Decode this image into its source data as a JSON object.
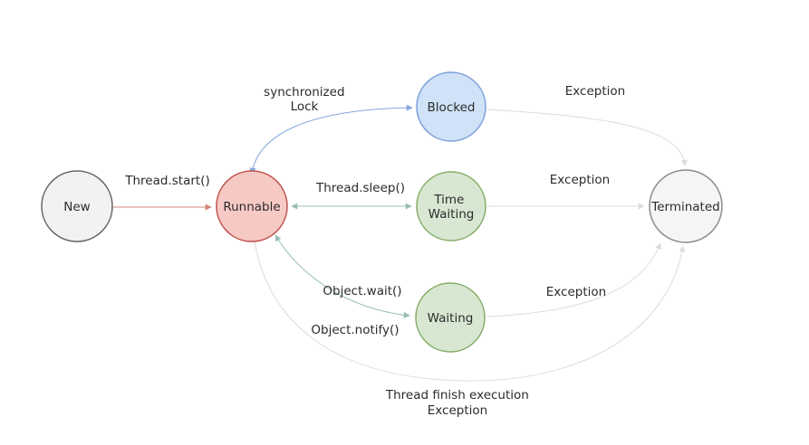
{
  "diagram_type": "state-diagram",
  "subject": "thread-lifecycle",
  "colors": {
    "background": "#ffffff",
    "text": "#2b2b2b",
    "edge_red": "#d4827c",
    "edge_blue": "#84a7de",
    "edge_teal": "#97bdb5",
    "edge_gray": "#dcdcdc"
  },
  "nodes": {
    "new": {
      "label": "New",
      "fill": "#f2f2f2",
      "stroke": "#666666"
    },
    "runnable": {
      "label": "Runnable",
      "fill": "#f6c9c5",
      "stroke": "#c0524e"
    },
    "blocked": {
      "label": "Blocked",
      "fill": "#cfe2f7",
      "stroke": "#7c9fd9"
    },
    "time_waiting": {
      "label_line1": "Time",
      "label_line2": "Waiting",
      "fill": "#d8e7d2",
      "stroke": "#85ad68"
    },
    "waiting": {
      "label": "Waiting",
      "fill": "#d8e7d2",
      "stroke": "#85ad68"
    },
    "terminated": {
      "label": "Terminated",
      "fill": "#f5f5f5",
      "stroke": "#8c8c8c"
    }
  },
  "edges": {
    "thread_start": {
      "from": "New",
      "to": "Runnable",
      "label": "Thread.start()",
      "color": "#d4827c",
      "bidirectional": false
    },
    "synchronized_lock": {
      "from": "Runnable",
      "to": "Blocked",
      "label_line1": "synchronized",
      "label_line2": "Lock",
      "color": "#84a7de",
      "bidirectional": true
    },
    "thread_sleep": {
      "from": "Runnable",
      "to": "Time Waiting",
      "label": "Thread.sleep()",
      "color": "#97bdb5",
      "bidirectional": true
    },
    "object_wait_notify": {
      "from": "Runnable",
      "to": "Waiting",
      "label_above": "Object.wait()",
      "label_below": "Object.notify()",
      "color": "#97bdb5",
      "bidirectional": true
    },
    "blocked_exception": {
      "from": "Blocked",
      "to": "Terminated",
      "label": "Exception",
      "color": "#dcdcdc",
      "bidirectional": false
    },
    "time_waiting_exception": {
      "from": "Time Waiting",
      "to": "Terminated",
      "label": "Exception",
      "color": "#dcdcdc",
      "bidirectional": false
    },
    "waiting_exception": {
      "from": "Waiting",
      "to": "Terminated",
      "label": "Exception",
      "color": "#dcdcdc",
      "bidirectional": false
    },
    "thread_finish": {
      "from": "Runnable",
      "to": "Terminated",
      "label_line1": "Thread finish execution",
      "label_line2": "Exception",
      "color": "#dcdcdc",
      "bidirectional": false
    }
  }
}
